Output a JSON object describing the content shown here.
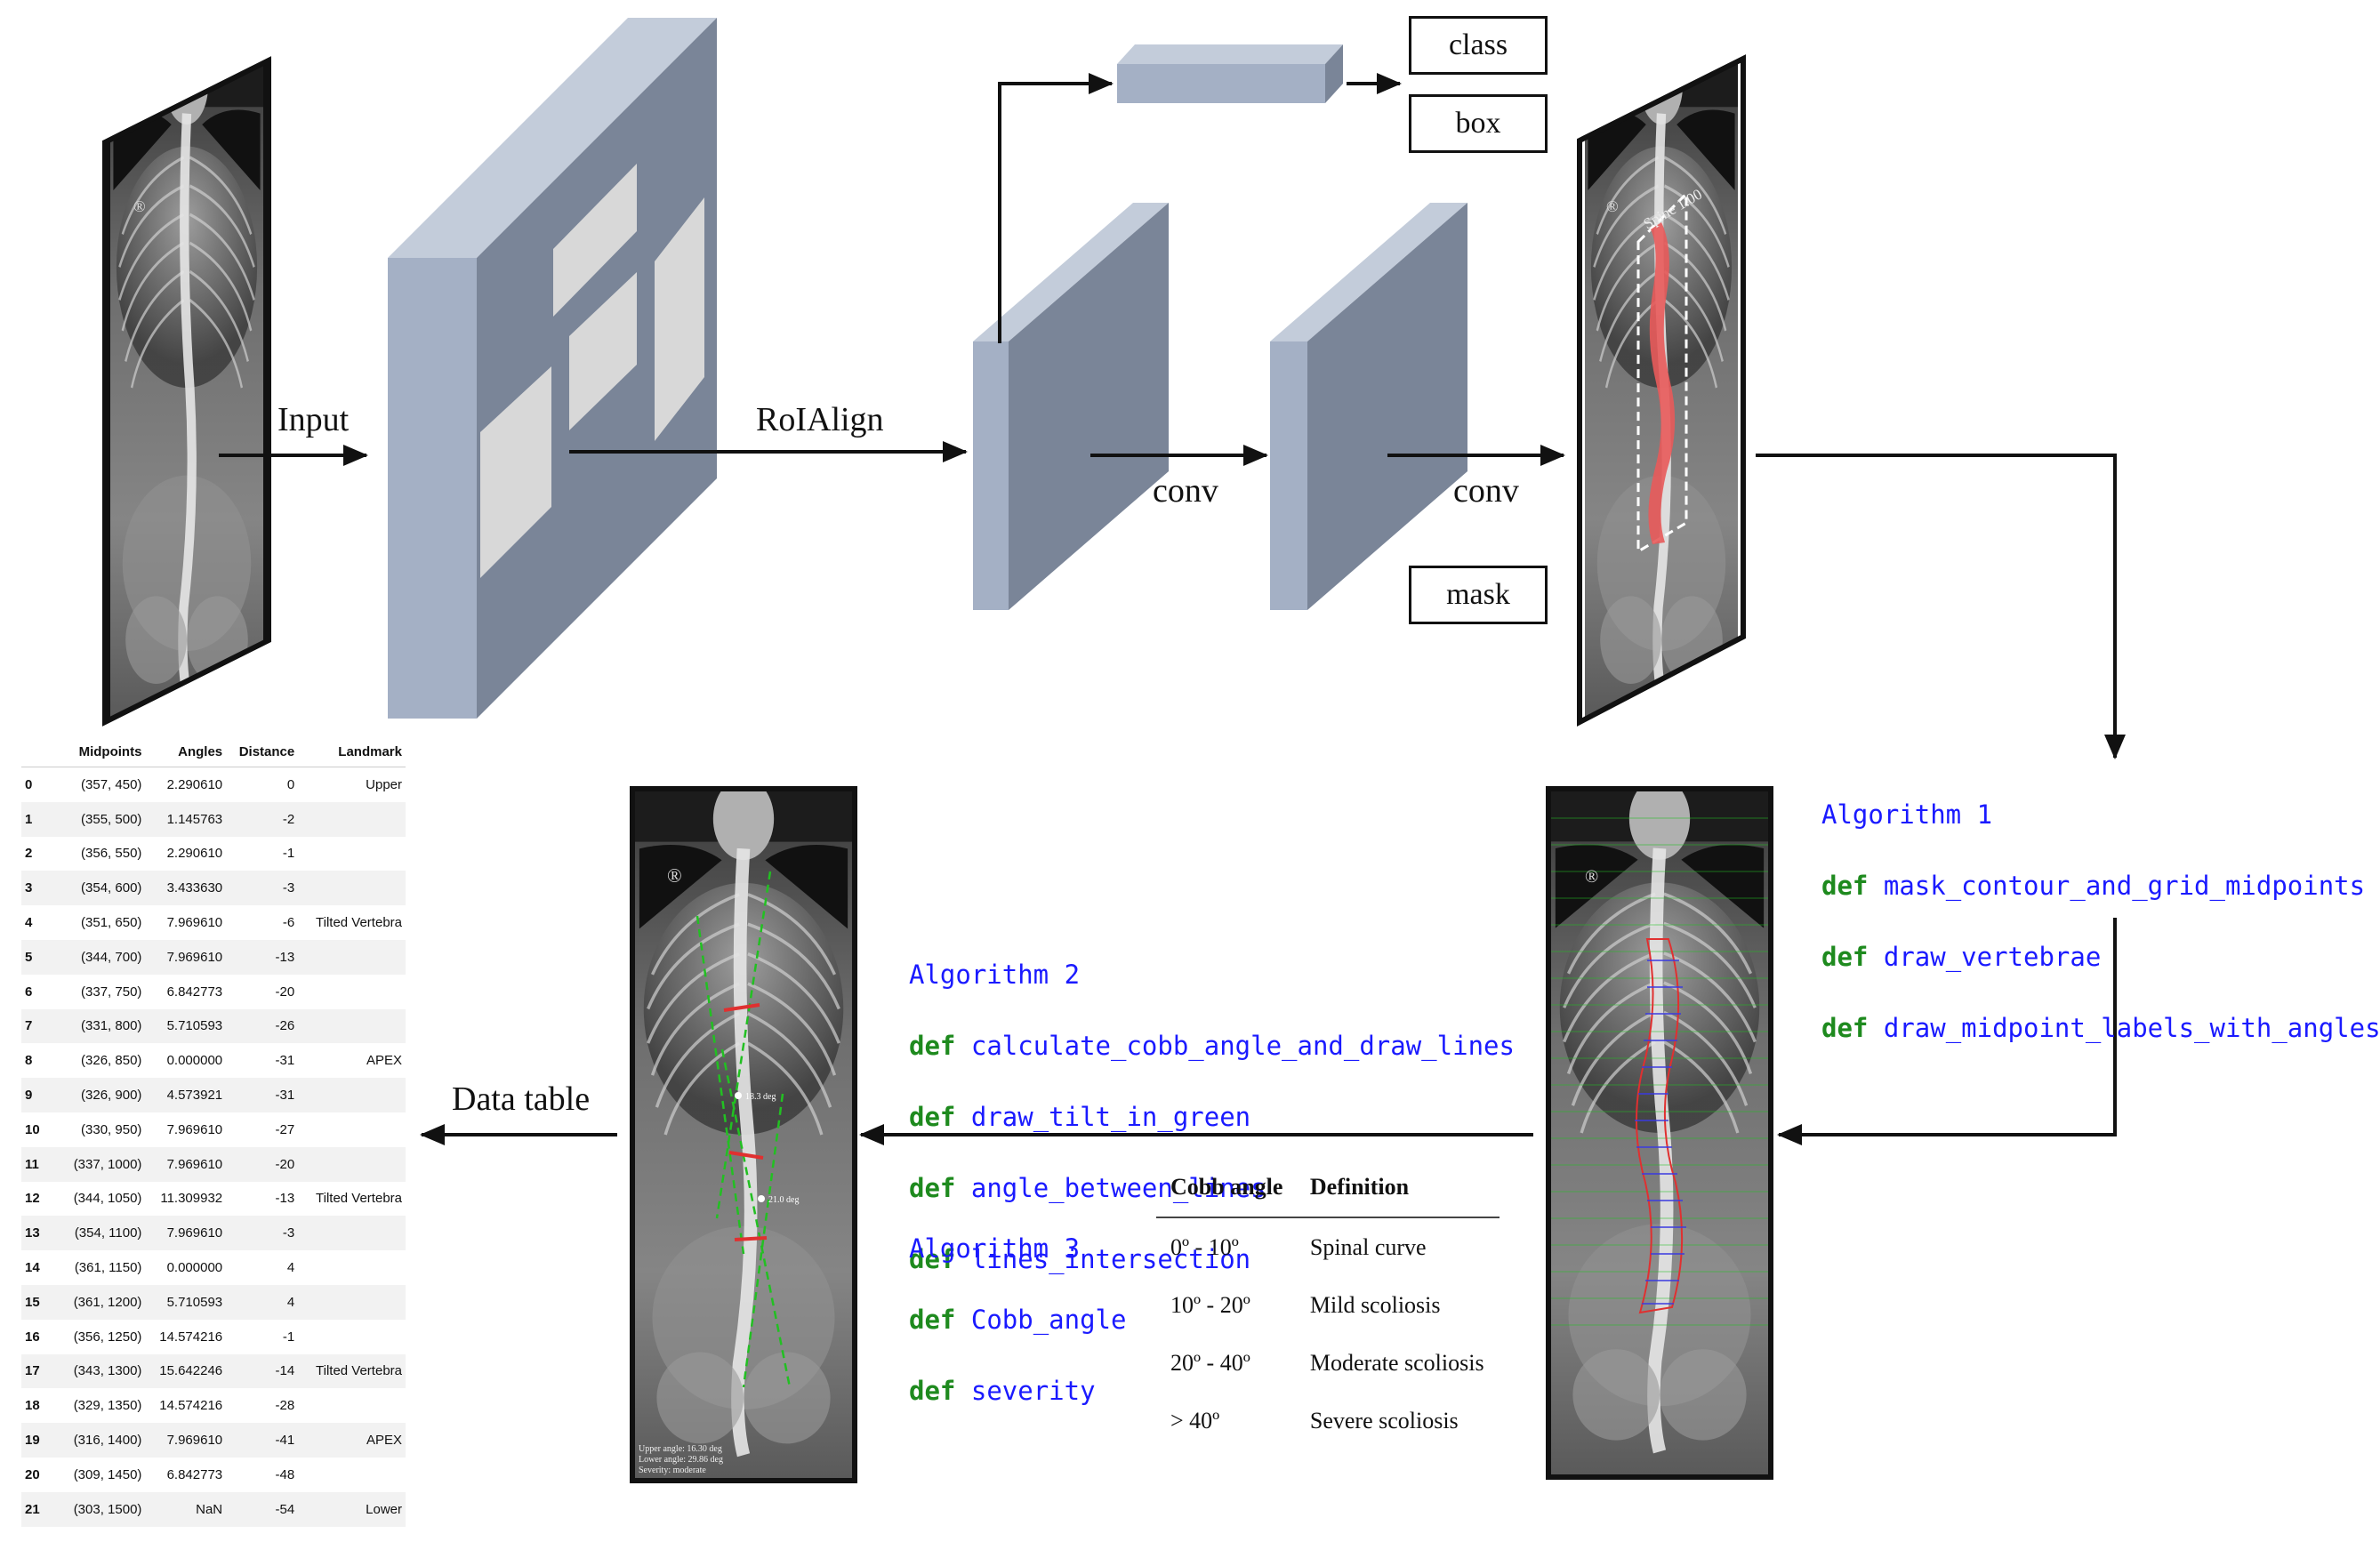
{
  "labels": {
    "input": "Input",
    "roialign": "RoIAlign",
    "conv1": "conv",
    "conv2": "conv",
    "data_table": "Data table"
  },
  "heads": {
    "class": "class",
    "box": "box",
    "mask": "mask"
  },
  "xray_annotations": {
    "registered_mark": "®",
    "spine_score": "Spine 1.00",
    "upper_angle_text": "18.3 deg",
    "lower_angle_text": "21.0 deg",
    "footer": [
      "Upper angle: 16.30 deg",
      "Lower angle: 29.86 deg",
      "Severity: moderate"
    ]
  },
  "algorithm1": {
    "title": "Algorithm 1",
    "keyword": "def",
    "functions": [
      "mask_contour_and_grid_midpoints",
      "draw_vertebrae",
      "draw_midpoint_labels_with_angles"
    ]
  },
  "algorithm2": {
    "title": "Algorithm 2",
    "keyword": "def",
    "functions": [
      "calculate_cobb_angle_and_draw_lines",
      "draw_tilt_in_green",
      "angle_between_lines",
      "lines_intersection"
    ]
  },
  "algorithm3": {
    "title": "Algorithm 3",
    "keyword": "def",
    "functions": [
      "Cobb_angle",
      "severity"
    ]
  },
  "cobb_table": {
    "headers": [
      "Cobb angle",
      "Definition"
    ],
    "rows": [
      [
        "0º - 10º",
        "Spinal curve"
      ],
      [
        "10º - 20º",
        "Mild scoliosis"
      ],
      [
        "20º - 40º",
        "Moderate scoliosis"
      ],
      [
        "> 40º",
        "Severe scoliosis"
      ]
    ]
  },
  "data_table": {
    "headers": [
      "",
      "Midpoints",
      "Angles",
      "Distance",
      "Landmark"
    ],
    "rows": [
      [
        "0",
        "(357, 450)",
        "2.290610",
        "0",
        "Upper"
      ],
      [
        "1",
        "(355, 500)",
        "1.145763",
        "-2",
        ""
      ],
      [
        "2",
        "(356, 550)",
        "2.290610",
        "-1",
        ""
      ],
      [
        "3",
        "(354, 600)",
        "3.433630",
        "-3",
        ""
      ],
      [
        "4",
        "(351, 650)",
        "7.969610",
        "-6",
        "Tilted Vertebra"
      ],
      [
        "5",
        "(344, 700)",
        "7.969610",
        "-13",
        ""
      ],
      [
        "6",
        "(337, 750)",
        "6.842773",
        "-20",
        ""
      ],
      [
        "7",
        "(331, 800)",
        "5.710593",
        "-26",
        ""
      ],
      [
        "8",
        "(326, 850)",
        "0.000000",
        "-31",
        "APEX"
      ],
      [
        "9",
        "(326, 900)",
        "4.573921",
        "-31",
        ""
      ],
      [
        "10",
        "(330, 950)",
        "7.969610",
        "-27",
        ""
      ],
      [
        "11",
        "(337, 1000)",
        "7.969610",
        "-20",
        ""
      ],
      [
        "12",
        "(344, 1050)",
        "11.309932",
        "-13",
        "Tilted Vertebra"
      ],
      [
        "13",
        "(354, 1100)",
        "7.969610",
        "-3",
        ""
      ],
      [
        "14",
        "(361, 1150)",
        "0.000000",
        "4",
        ""
      ],
      [
        "15",
        "(361, 1200)",
        "5.710593",
        "4",
        ""
      ],
      [
        "16",
        "(356, 1250)",
        "14.574216",
        "-1",
        ""
      ],
      [
        "17",
        "(343, 1300)",
        "15.642246",
        "-14",
        "Tilted Vertebra"
      ],
      [
        "18",
        "(329, 1350)",
        "14.574216",
        "-28",
        ""
      ],
      [
        "19",
        "(316, 1400)",
        "7.969610",
        "-41",
        "APEX"
      ],
      [
        "20",
        "(309, 1450)",
        "6.842773",
        "-48",
        ""
      ],
      [
        "21",
        "(303, 1500)",
        "NaN",
        "-54",
        "Lower"
      ]
    ]
  },
  "colors": {
    "block_front": "#a4b0c5",
    "block_side": "#7a8598",
    "block_top": "#c3ccda",
    "roi_fill": "#d8d8d8",
    "mask_red": "#e85a5a",
    "tilt_green": "#22c022",
    "vertebra_blue": "#3a3ae0"
  }
}
